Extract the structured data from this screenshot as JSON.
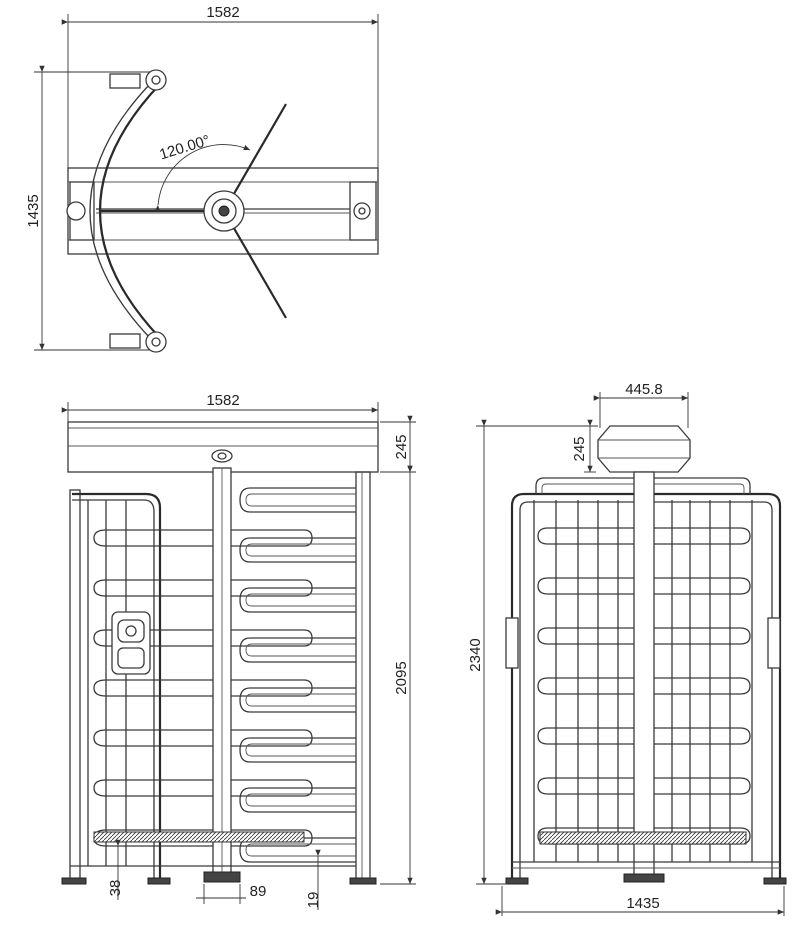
{
  "top_view": {
    "width_label": "1582",
    "depth_label": "1435",
    "angle_label": "120.00°"
  },
  "front_view": {
    "width_label": "1582",
    "header_height_label": "245",
    "body_height_label": "2095",
    "rail_clearance_label": "38",
    "base_width_label": "89",
    "foot_height_label": "19"
  },
  "side_view": {
    "top_box_width_label": "445.8",
    "top_box_height_label": "245",
    "total_height_label": "2340",
    "base_width_label": "1435"
  }
}
